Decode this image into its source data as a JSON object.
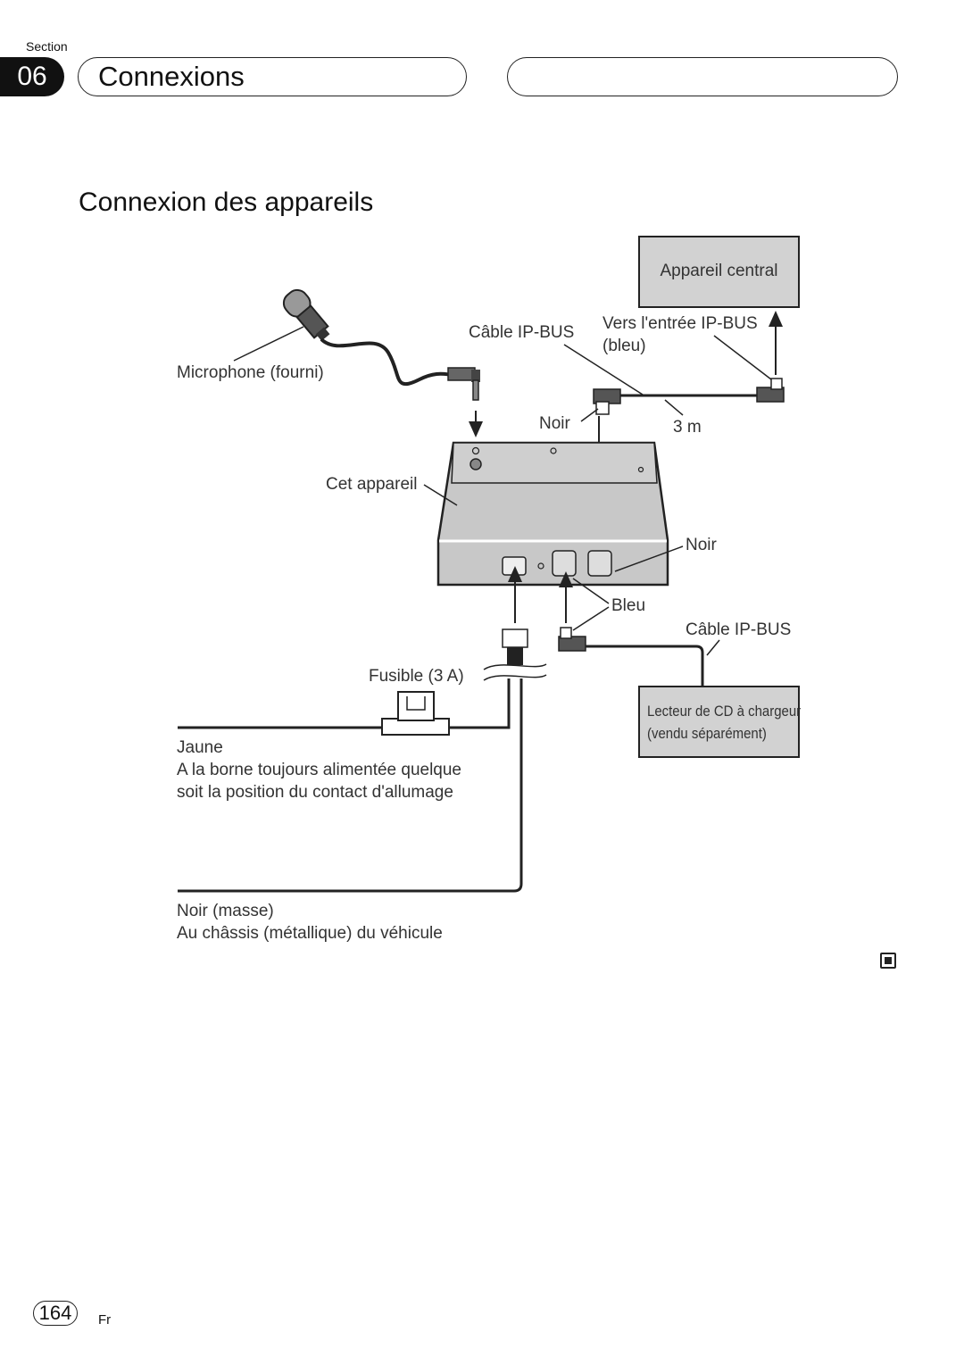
{
  "header": {
    "section_label": "Section",
    "section_number": "06",
    "section_title": "Connexions"
  },
  "heading": "Connexion des appareils",
  "diagram": {
    "head_unit_box": "Appareil central",
    "ipbus_cable_top": "Câble IP-BUS",
    "to_ipbus_input_line1": "Vers l'entrée IP-BUS",
    "to_ipbus_input_line2": "(bleu)",
    "microphone": "Microphone (fourni)",
    "black_top": "Noir",
    "length": "3 m",
    "this_unit": "Cet appareil",
    "black_right": "Noir",
    "blue": "Bleu",
    "ipbus_cable_bottom": "Câble IP-BUS",
    "fuse": "Fusible (3 A)",
    "cd_changer_line1": "Lecteur de CD à chargeur",
    "cd_changer_line2": "(vendu séparément)",
    "yellow": "Jaune",
    "yellow_desc_line1": "A la borne toujours alimentée quelque",
    "yellow_desc_line2": "soit la position du contact d'allumage",
    "ground": "Noir (masse)",
    "ground_desc": "Au châssis (métallique) du véhicule"
  },
  "footer": {
    "page_number": "164",
    "language": "Fr"
  }
}
